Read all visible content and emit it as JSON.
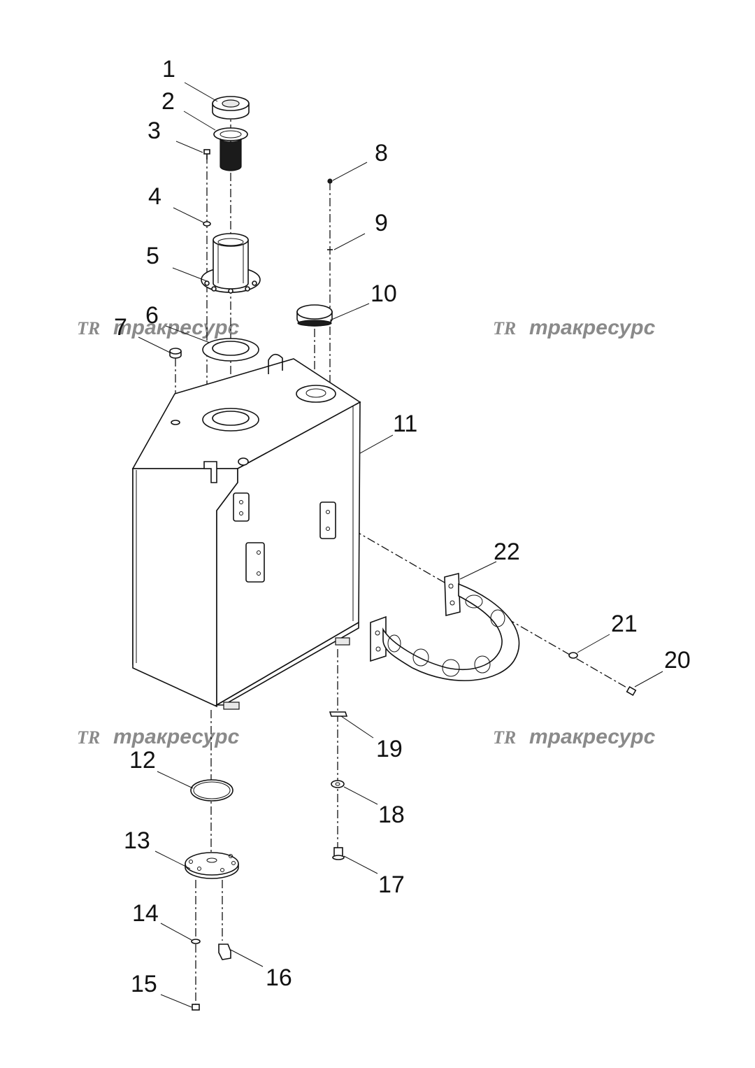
{
  "callouts": [
    {
      "id": "1",
      "label": "1"
    },
    {
      "id": "2",
      "label": "2"
    },
    {
      "id": "3",
      "label": "3"
    },
    {
      "id": "4",
      "label": "4"
    },
    {
      "id": "5",
      "label": "5"
    },
    {
      "id": "6",
      "label": "6"
    },
    {
      "id": "7",
      "label": "7"
    },
    {
      "id": "8",
      "label": "8"
    },
    {
      "id": "9",
      "label": "9"
    },
    {
      "id": "10",
      "label": "10"
    },
    {
      "id": "11",
      "label": "11"
    },
    {
      "id": "12",
      "label": "12"
    },
    {
      "id": "13",
      "label": "13"
    },
    {
      "id": "14",
      "label": "14"
    },
    {
      "id": "15",
      "label": "15"
    },
    {
      "id": "16",
      "label": "16"
    },
    {
      "id": "17",
      "label": "17"
    },
    {
      "id": "18",
      "label": "18"
    },
    {
      "id": "19",
      "label": "19"
    },
    {
      "id": "20",
      "label": "20"
    },
    {
      "id": "21",
      "label": "21"
    },
    {
      "id": "22",
      "label": "22"
    }
  ],
  "watermark": {
    "logo": "TR",
    "text": "тракресурс"
  }
}
